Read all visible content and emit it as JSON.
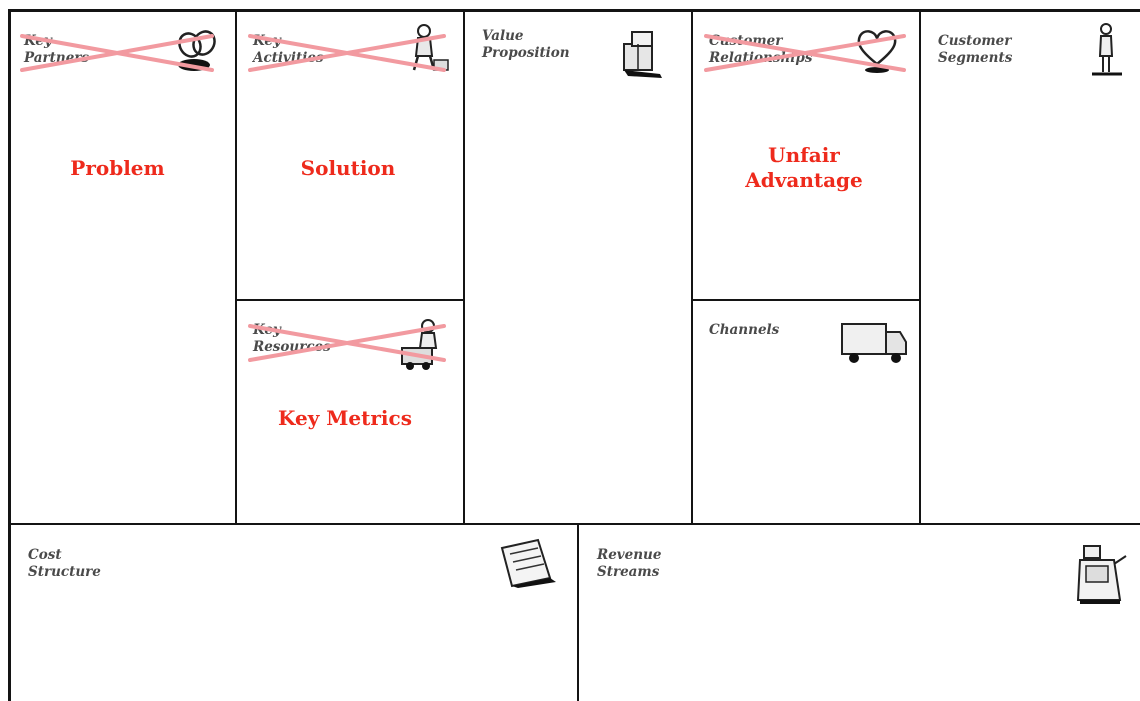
{
  "blocks": {
    "key_partners": {
      "line1": "Key",
      "line2": "Partners",
      "crossed": true,
      "icon": "chain-link-icon"
    },
    "key_activities": {
      "line1": "Key",
      "line2": "Activities",
      "crossed": true,
      "icon": "worker-icon"
    },
    "value_proposition": {
      "line1": "Value",
      "line2": "Proposition",
      "crossed": false,
      "icon": "gift-boxes-icon"
    },
    "customer_relationships": {
      "line1": "Customer",
      "line2": "Relationships",
      "crossed": true,
      "icon": "heart-icon"
    },
    "customer_segments": {
      "line1": "Customer",
      "line2": "Segments",
      "crossed": false,
      "icon": "person-icon"
    },
    "key_resources": {
      "line1": "Key",
      "line2": "Resources",
      "crossed": true,
      "icon": "forklift-icon"
    },
    "channels": {
      "line1": "Channels",
      "crossed": false,
      "icon": "truck-icon"
    },
    "cost_structure": {
      "line1": "Cost",
      "line2": "Structure",
      "crossed": false,
      "icon": "receipt-icon"
    },
    "revenue_streams": {
      "line1": "Revenue",
      "line2": "Streams",
      "crossed": false,
      "icon": "cash-register-icon"
    }
  },
  "overlays": {
    "problem": "Problem",
    "solution": "Solution",
    "unfair_line1": "Unfair",
    "unfair_line2": "Advantage",
    "key_metrics": "Key Metrics"
  },
  "colors": {
    "grid_line": "#141414",
    "label_text": "#4a4a4a",
    "overlay_text": "#ee2a1c",
    "strike_line": "#f29aa0"
  }
}
